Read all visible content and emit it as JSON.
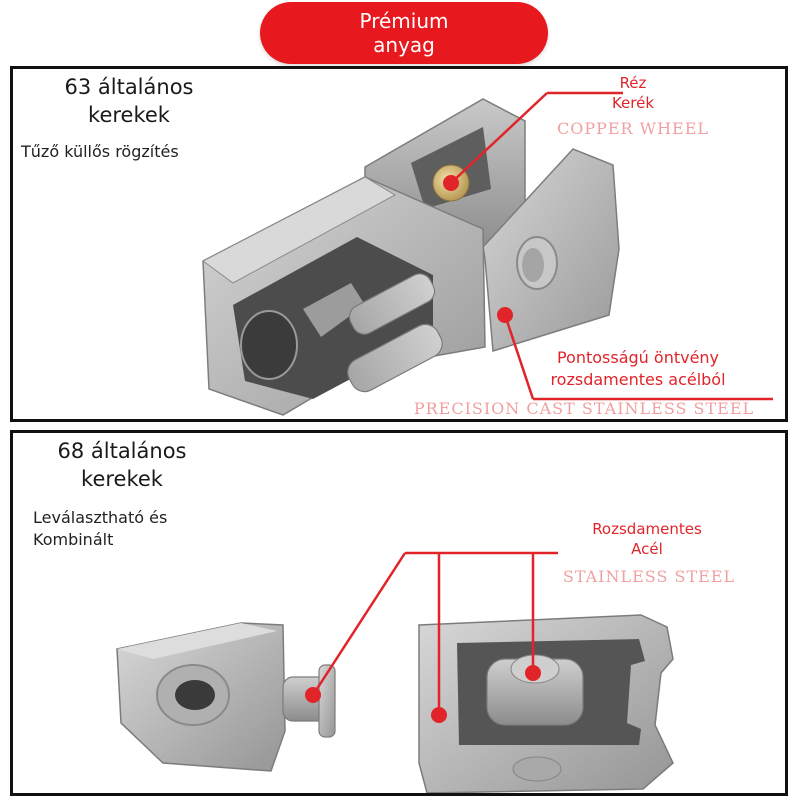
{
  "badge": {
    "line1": "Prémium",
    "line2": "anyag",
    "color": "#e8191e"
  },
  "top": {
    "heading_line1": "63 általános",
    "heading_line2": "kerekek",
    "subtitle": "Tűző küllős rögzítés",
    "callout_copper": {
      "line1": "Réz",
      "line2": "Kerék",
      "english": "COPPER WHEEL"
    },
    "callout_steel": {
      "line1": "Pontosságú öntvény",
      "line2": "rozsdamentes acélból",
      "english": "PRECISION CAST STAINLESS STEEL"
    }
  },
  "bottom": {
    "heading_line1": "68 általános",
    "heading_line2": "kerekek",
    "subtitle_line1": "Leválasztható és",
    "subtitle_line2": "Kombinált",
    "callout": {
      "line1": "Rozsdamentes",
      "line2": "Acél",
      "english": "STAINLESS STEEL"
    }
  },
  "colors": {
    "accent_red": "#e0242a",
    "pink_text": "#f0a0a0",
    "border": "#111111",
    "metal": "#b7b7b7"
  },
  "icons": [
    "hinge-connector-assembled-photo",
    "hinge-connector-separated-photo"
  ]
}
